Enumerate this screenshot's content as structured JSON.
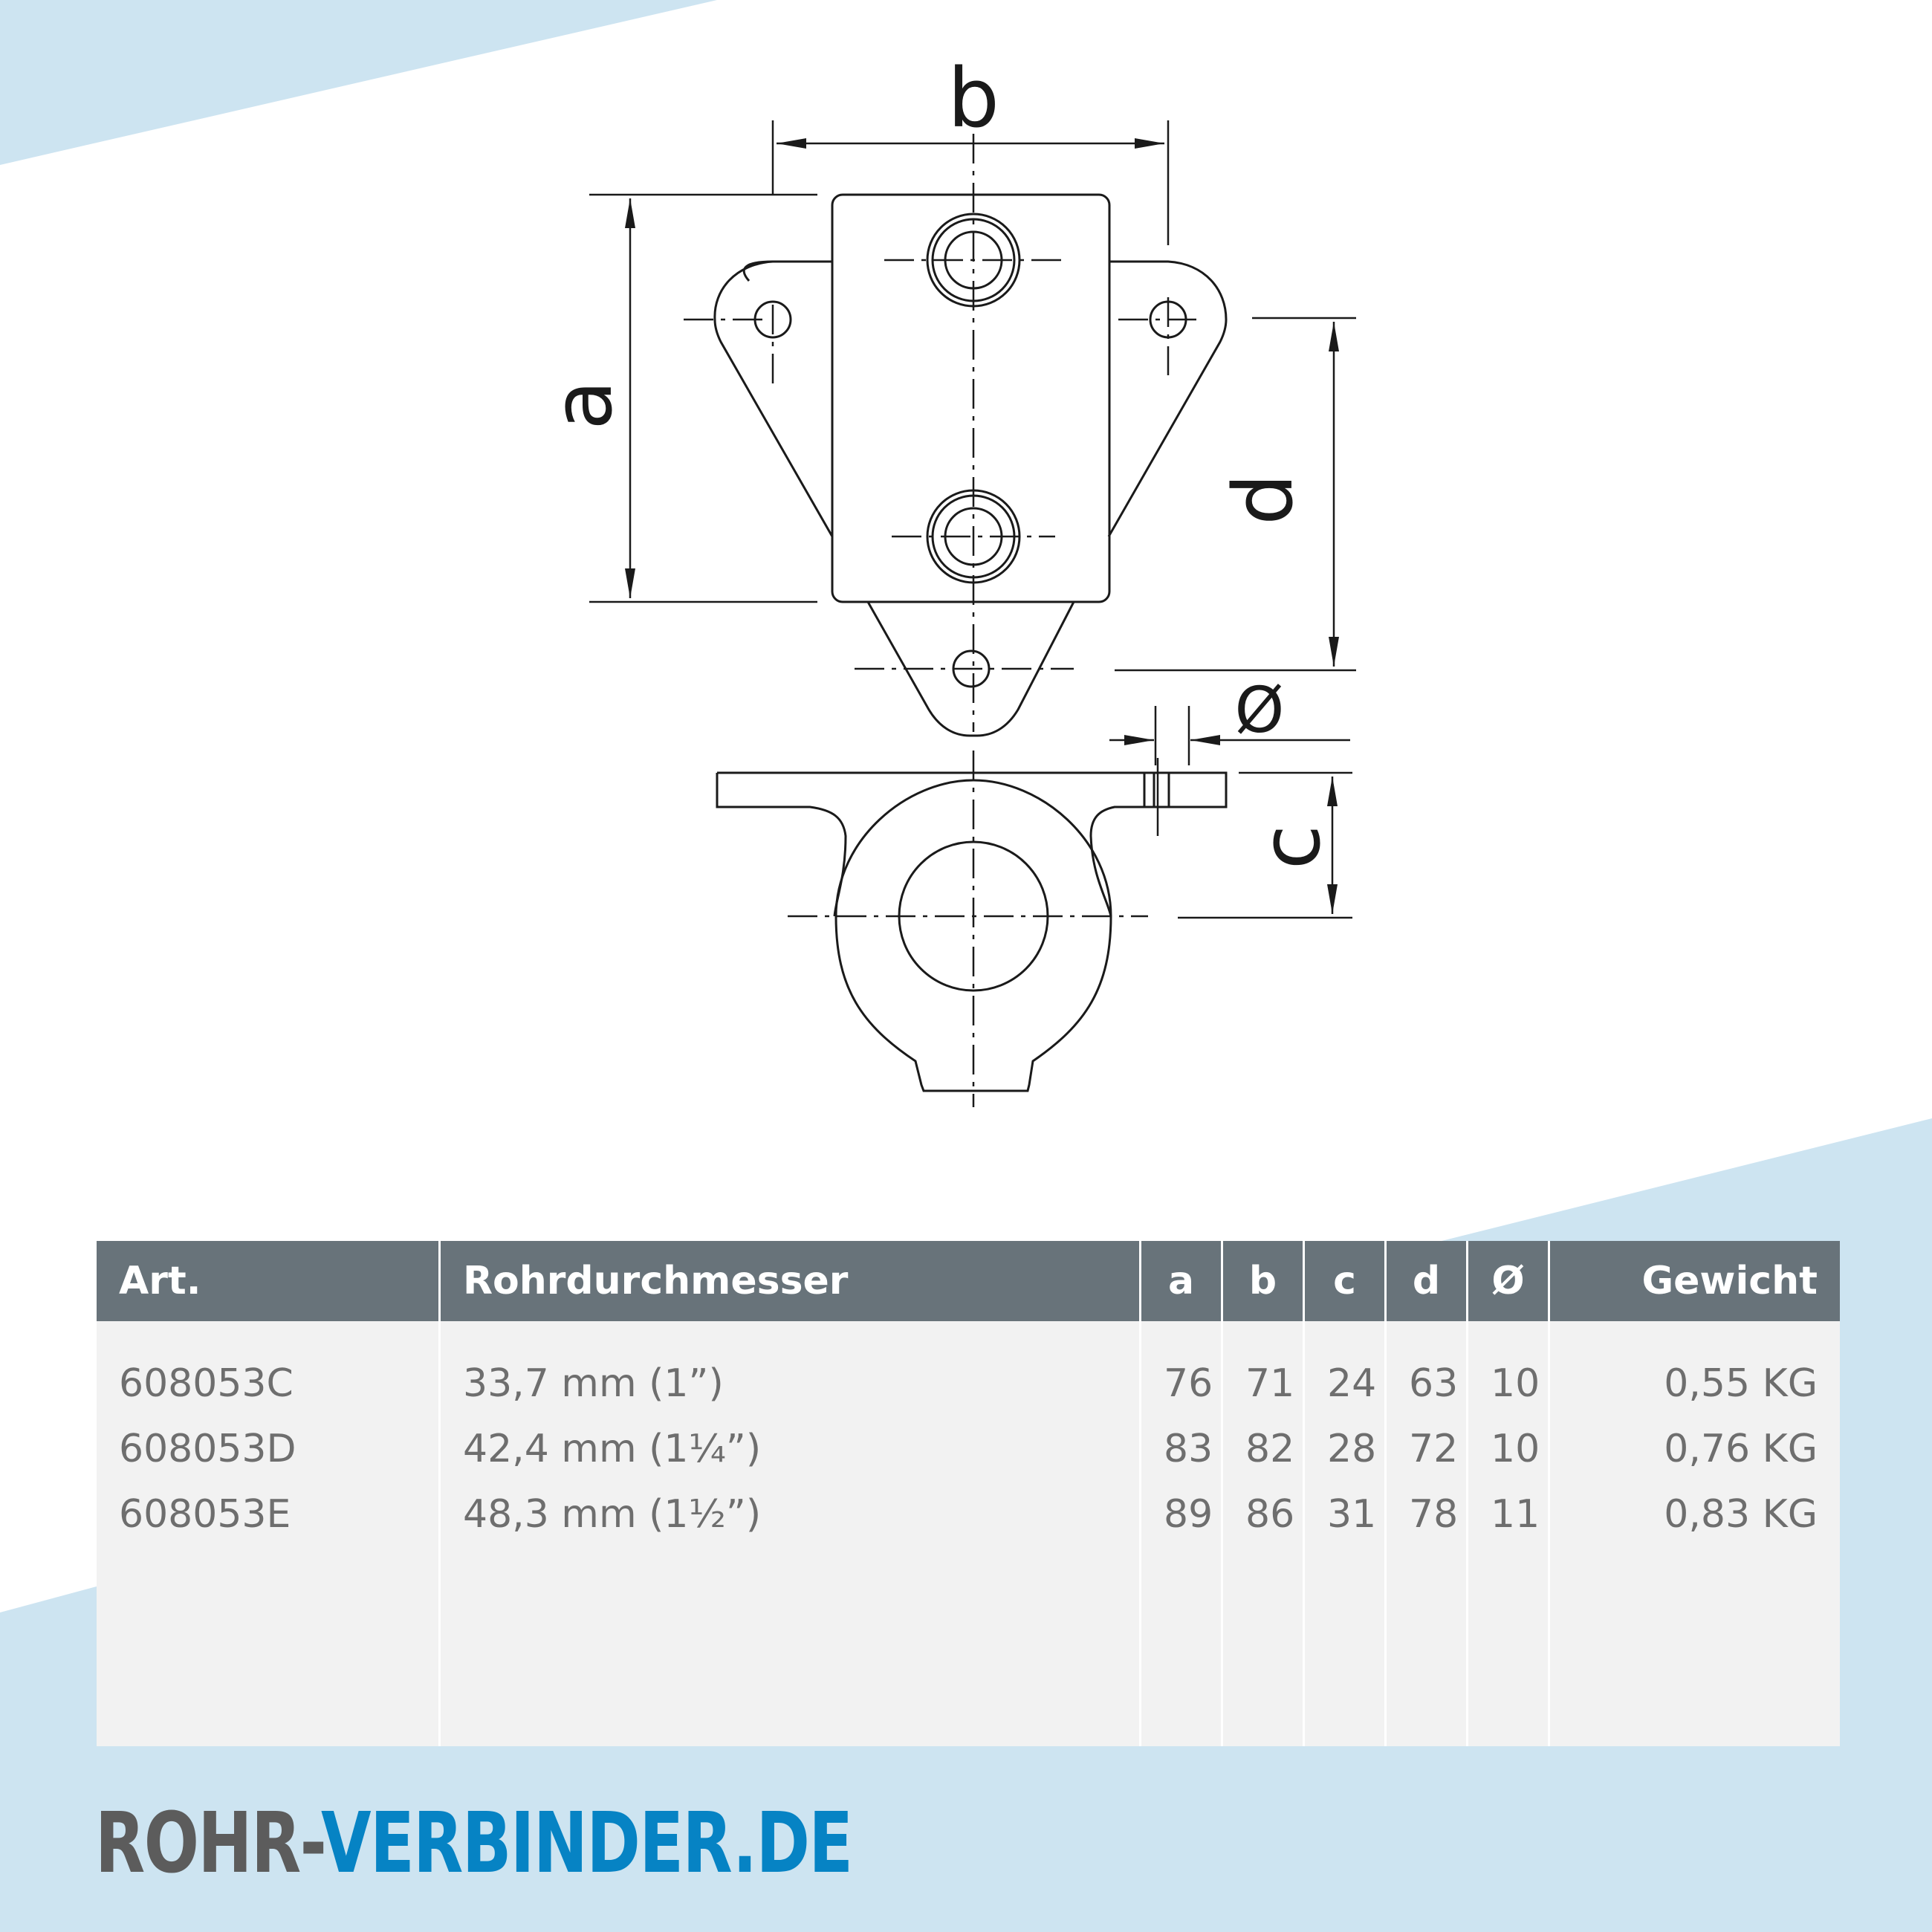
{
  "colors": {
    "background": "#ffffff",
    "accent_band": "#cde4f1",
    "table_header_bg": "#68737a",
    "table_header_text": "#ffffff",
    "table_body_bg": "#f2f2f2",
    "table_body_text": "#6e6e6e",
    "drawing_line": "#1a1a1a",
    "brand_gray": "#5c5c5c",
    "brand_blue": "#0683c4"
  },
  "drawing": {
    "labels": {
      "a": "a",
      "b": "b",
      "c": "c",
      "d": "d",
      "diameter": "Ø"
    }
  },
  "table": {
    "headers": {
      "art": "Art.",
      "rohrdurchmesser": "Rohrdurchmesser",
      "a": "a",
      "b": "b",
      "c": "c",
      "d": "d",
      "diameter": "Ø",
      "gewicht": "Gewicht"
    },
    "rows": [
      {
        "art": "608053C",
        "rohrdurchmesser": "33,7 mm (1”)",
        "a": "76",
        "b": "71",
        "c": "24",
        "d": "63",
        "diameter": "10",
        "gewicht": "0,55 KG"
      },
      {
        "art": "608053D",
        "rohrdurchmesser": "42,4 mm (1¼”)",
        "a": "83",
        "b": "82",
        "c": "28",
        "d": "72",
        "diameter": "10",
        "gewicht": "0,76 KG"
      },
      {
        "art": "608053E",
        "rohrdurchmesser": "48,3 mm (1½”)",
        "a": "89",
        "b": "86",
        "c": "31",
        "d": "78",
        "diameter": "11",
        "gewicht": "0,83 KG"
      }
    ]
  },
  "brand": {
    "part1": "ROHR-",
    "part2": "VERBINDER.DE"
  }
}
